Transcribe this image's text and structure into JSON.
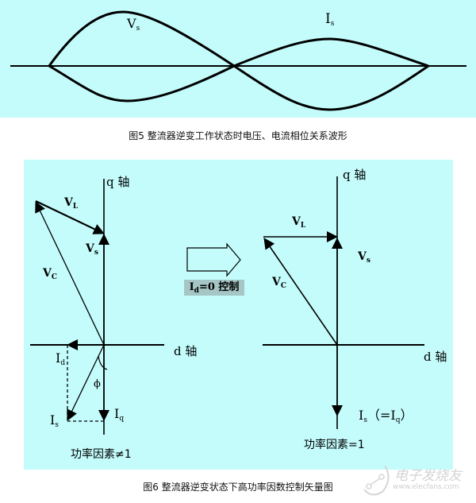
{
  "figure5": {
    "caption": "图5 整流器逆变工作状态时电压、电流相位关系波形",
    "labels": {
      "vs_main": "V",
      "vs_sub": "s",
      "is_main": "I",
      "is_sub": "s"
    },
    "colors": {
      "background": "#c4fcfc",
      "stroke": "#000000"
    }
  },
  "figure6": {
    "caption": "图6 整流器逆变状态下高功率因数控制矢量图",
    "left_diagram": {
      "q_axis_label": "q 轴",
      "d_axis_label": "d 轴",
      "vl_main": "V",
      "vl_sub": "L",
      "vs_main": "V",
      "vs_sub": "s",
      "vc_main": "V",
      "vc_sub": "C",
      "id_main": "I",
      "id_sub": "d",
      "is_main": "I",
      "is_sub": "s",
      "iq_main": "I",
      "iq_sub": "q",
      "phi_label": "ϕ",
      "power_factor": "功率因素≠1"
    },
    "transition": {
      "label_main": "I",
      "label_sub": "d",
      "label_rest": "=0 控制"
    },
    "right_diagram": {
      "q_axis_label": "q 轴",
      "d_axis_label": "d 轴",
      "vl_main": "V",
      "vl_sub": "L",
      "vs_main": "V",
      "vs_sub": "s",
      "vc_main": "V",
      "vc_sub": "C",
      "is_main": "I",
      "is_sub": "s",
      "is_extra": "（=I",
      "is_extra_sub": "q",
      "is_extra_close": "）",
      "power_factor": "功率因素=1"
    },
    "colors": {
      "background": "#c4fcfc",
      "label_bg": "#a6c6c6",
      "stroke": "#000000"
    }
  },
  "watermark": {
    "title": "电子发烧友",
    "url": "www.elecfans.com"
  }
}
